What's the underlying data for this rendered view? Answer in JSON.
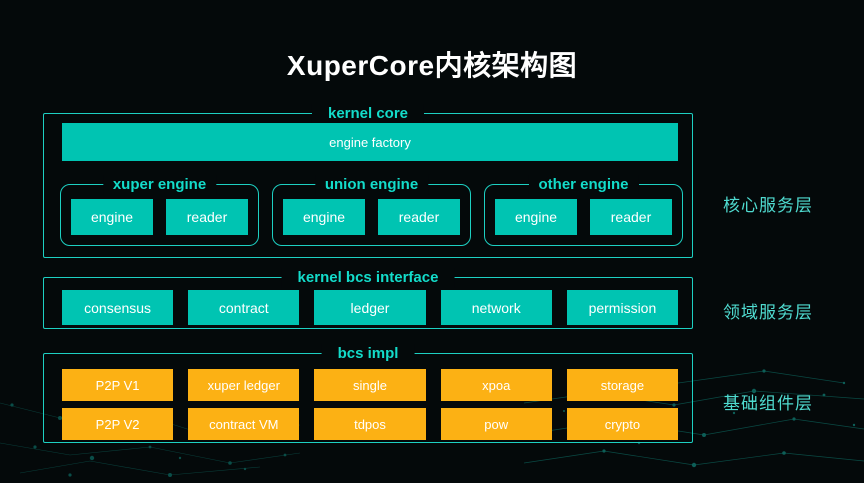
{
  "title": "XuperCore内核架构图",
  "colors": {
    "background": "#04090a",
    "teal_fill": "#00c4b2",
    "teal_border": "#1dd0c2",
    "teal_label": "#13dcca",
    "side_label": "#4fdbd0",
    "orange_fill": "#fcb114",
    "text_white": "#ffffff"
  },
  "sections": {
    "kernel_core": {
      "label": "kernel core",
      "engine_factory_label": "engine factory",
      "groups": [
        {
          "label": "xuper engine",
          "buttons": [
            "engine",
            "reader"
          ]
        },
        {
          "label": "union engine",
          "buttons": [
            "engine",
            "reader"
          ]
        },
        {
          "label": "other engine",
          "buttons": [
            "engine",
            "reader"
          ]
        }
      ]
    },
    "kernel_bcs_interface": {
      "label": "kernel bcs interface",
      "buttons": [
        "consensus",
        "contract",
        "ledger",
        "network",
        "permission"
      ]
    },
    "bcs_impl": {
      "label": "bcs impl",
      "rows": [
        [
          "P2P V1",
          "xuper ledger",
          "single",
          "xpoa",
          "storage"
        ],
        [
          "P2P V2",
          "contract VM",
          "tdpos",
          "pow",
          "crypto"
        ]
      ]
    }
  },
  "side_labels": {
    "core": "核心服务层",
    "domain": "领域服务层",
    "base": "基础组件层"
  }
}
